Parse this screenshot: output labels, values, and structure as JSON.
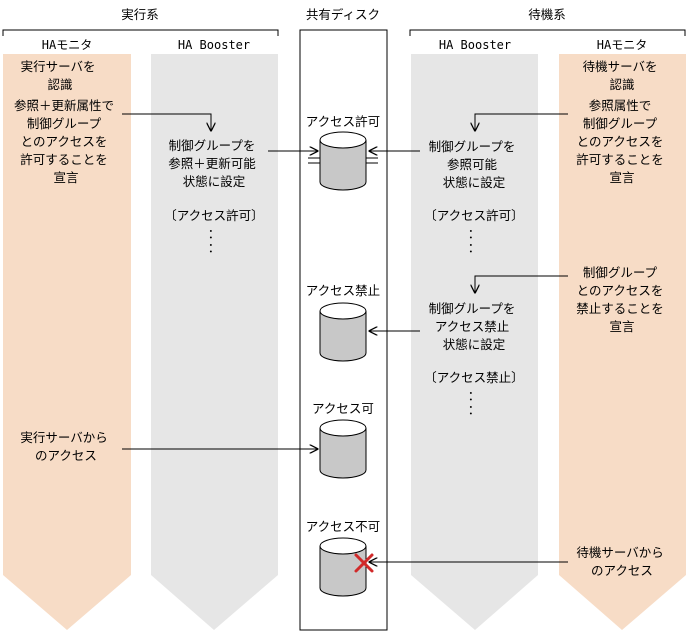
{
  "title": "",
  "groups": {
    "active": "実行系",
    "shared": "共有ディスク",
    "standby": "待機系"
  },
  "columns": {
    "ha_monitor": "HAモニタ",
    "ha_booster": "HA Booster"
  },
  "active_monitor": {
    "step1": [
      "実行サーバを",
      "認識"
    ],
    "step2": [
      "参照＋更新属性で",
      "制御グループ",
      "とのアクセスを",
      "許可することを",
      "宣言"
    ],
    "step3": [
      "実行サーバから",
      "のアクセス"
    ]
  },
  "active_booster": {
    "step1": [
      "制御グループを",
      "参照＋更新可能",
      "状態に設定"
    ],
    "bracket1": "〔アクセス許可〕",
    "ellipsis": "："
  },
  "standby_booster": {
    "step1": [
      "制御グループを",
      "参照可能",
      "状態に設定"
    ],
    "bracket1": "〔アクセス許可〕",
    "step2": [
      "制御グループを",
      "アクセス禁止",
      "状態に設定"
    ],
    "bracket2": "〔アクセス禁止〕",
    "ellipsis": "："
  },
  "standby_monitor": {
    "step1": [
      "待機サーバを",
      "認識"
    ],
    "step2": [
      "参照属性で",
      "制御グループ",
      "とのアクセスを",
      "許可することを",
      "宣言"
    ],
    "step3": [
      "制御グループ",
      "とのアクセスを",
      "禁止することを",
      "宣言"
    ],
    "step4": [
      "待機サーバから",
      "のアクセス"
    ]
  },
  "disk_states": {
    "allowed": "アクセス許可",
    "forbidden": "アクセス禁止",
    "accessible": "アクセス可",
    "not_accessible": "アクセス不可"
  },
  "colors": {
    "monitor_fill": "#f7dcc6",
    "booster_fill": "#e6e6e6",
    "line": "#000000",
    "denied_mark": "#d12a2a"
  }
}
